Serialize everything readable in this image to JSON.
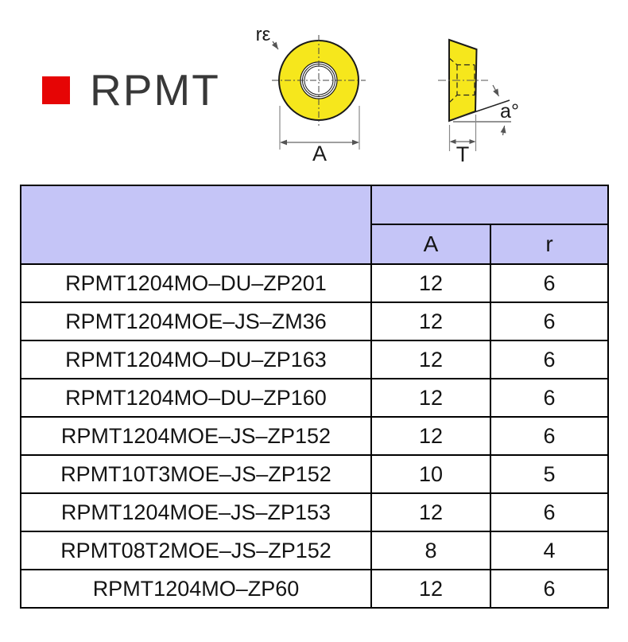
{
  "brand": {
    "title": "RPMT",
    "logo_color": "#e60505",
    "title_color": "#383838"
  },
  "diagrams": {
    "insert_fill_color": "#f6e71c",
    "front_view": {
      "corner_radius_label": "rε",
      "diameter_label": "A"
    },
    "side_view": {
      "relief_angle_label": "a°",
      "thickness_label": "T"
    }
  },
  "table": {
    "header_bg_color": "#c5c5f7",
    "header": {
      "model_label": "",
      "group_label": "",
      "col_a": "A",
      "col_r": "r"
    },
    "rows": [
      {
        "model": "RPMT1204MO–DU–ZP201",
        "a": "12",
        "r": "6"
      },
      {
        "model": "RPMT1204MOE–JS–ZM36",
        "a": "12",
        "r": "6"
      },
      {
        "model": "RPMT1204MO–DU–ZP163",
        "a": "12",
        "r": "6"
      },
      {
        "model": "RPMT1204MO–DU–ZP160",
        "a": "12",
        "r": "6"
      },
      {
        "model": "RPMT1204MOE–JS–ZP152",
        "a": "12",
        "r": "6"
      },
      {
        "model": "RPMT10T3MOE–JS–ZP152",
        "a": "10",
        "r": "5"
      },
      {
        "model": "RPMT1204MOE–JS–ZP153",
        "a": "12",
        "r": "6"
      },
      {
        "model": "RPMT08T2MOE–JS–ZP152",
        "a": "8",
        "r": "4"
      },
      {
        "model": "RPMT1204MO–ZP60",
        "a": "12",
        "r": "6"
      }
    ]
  }
}
